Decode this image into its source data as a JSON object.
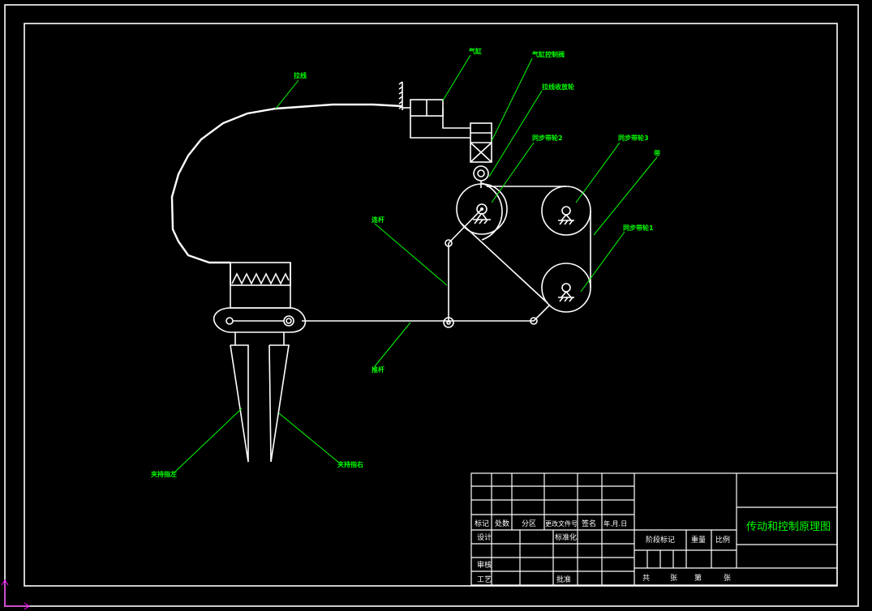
{
  "drawing_title": "传动和控制原理图",
  "labels": {
    "cylinder": "气缸",
    "valve": "气缸控制阀",
    "wire": "拉线",
    "reel": "拉线收放轮",
    "pulley2": "同步带轮2",
    "pulley3": "同步带轮3",
    "belt": "带",
    "pulley1": "同步带轮1",
    "link_rod": "连杆",
    "push_rod": "推杆",
    "finger_left": "夹持指左",
    "finger_right": "夹持指右"
  },
  "title_block": {
    "mark": "标记",
    "count": "处数",
    "zone": "分区",
    "doc_no": "更改文件号",
    "signature": "签名",
    "date": "年.月.日",
    "design": "设计",
    "standardize": "标准化",
    "check": "审核",
    "process": "工艺",
    "approve": "批准",
    "stage_mark": "阶段标记",
    "weight": "重量",
    "scale": "比例",
    "total": "共",
    "sheets": "张",
    "sheet_no": "第",
    "sheets2": "张"
  }
}
